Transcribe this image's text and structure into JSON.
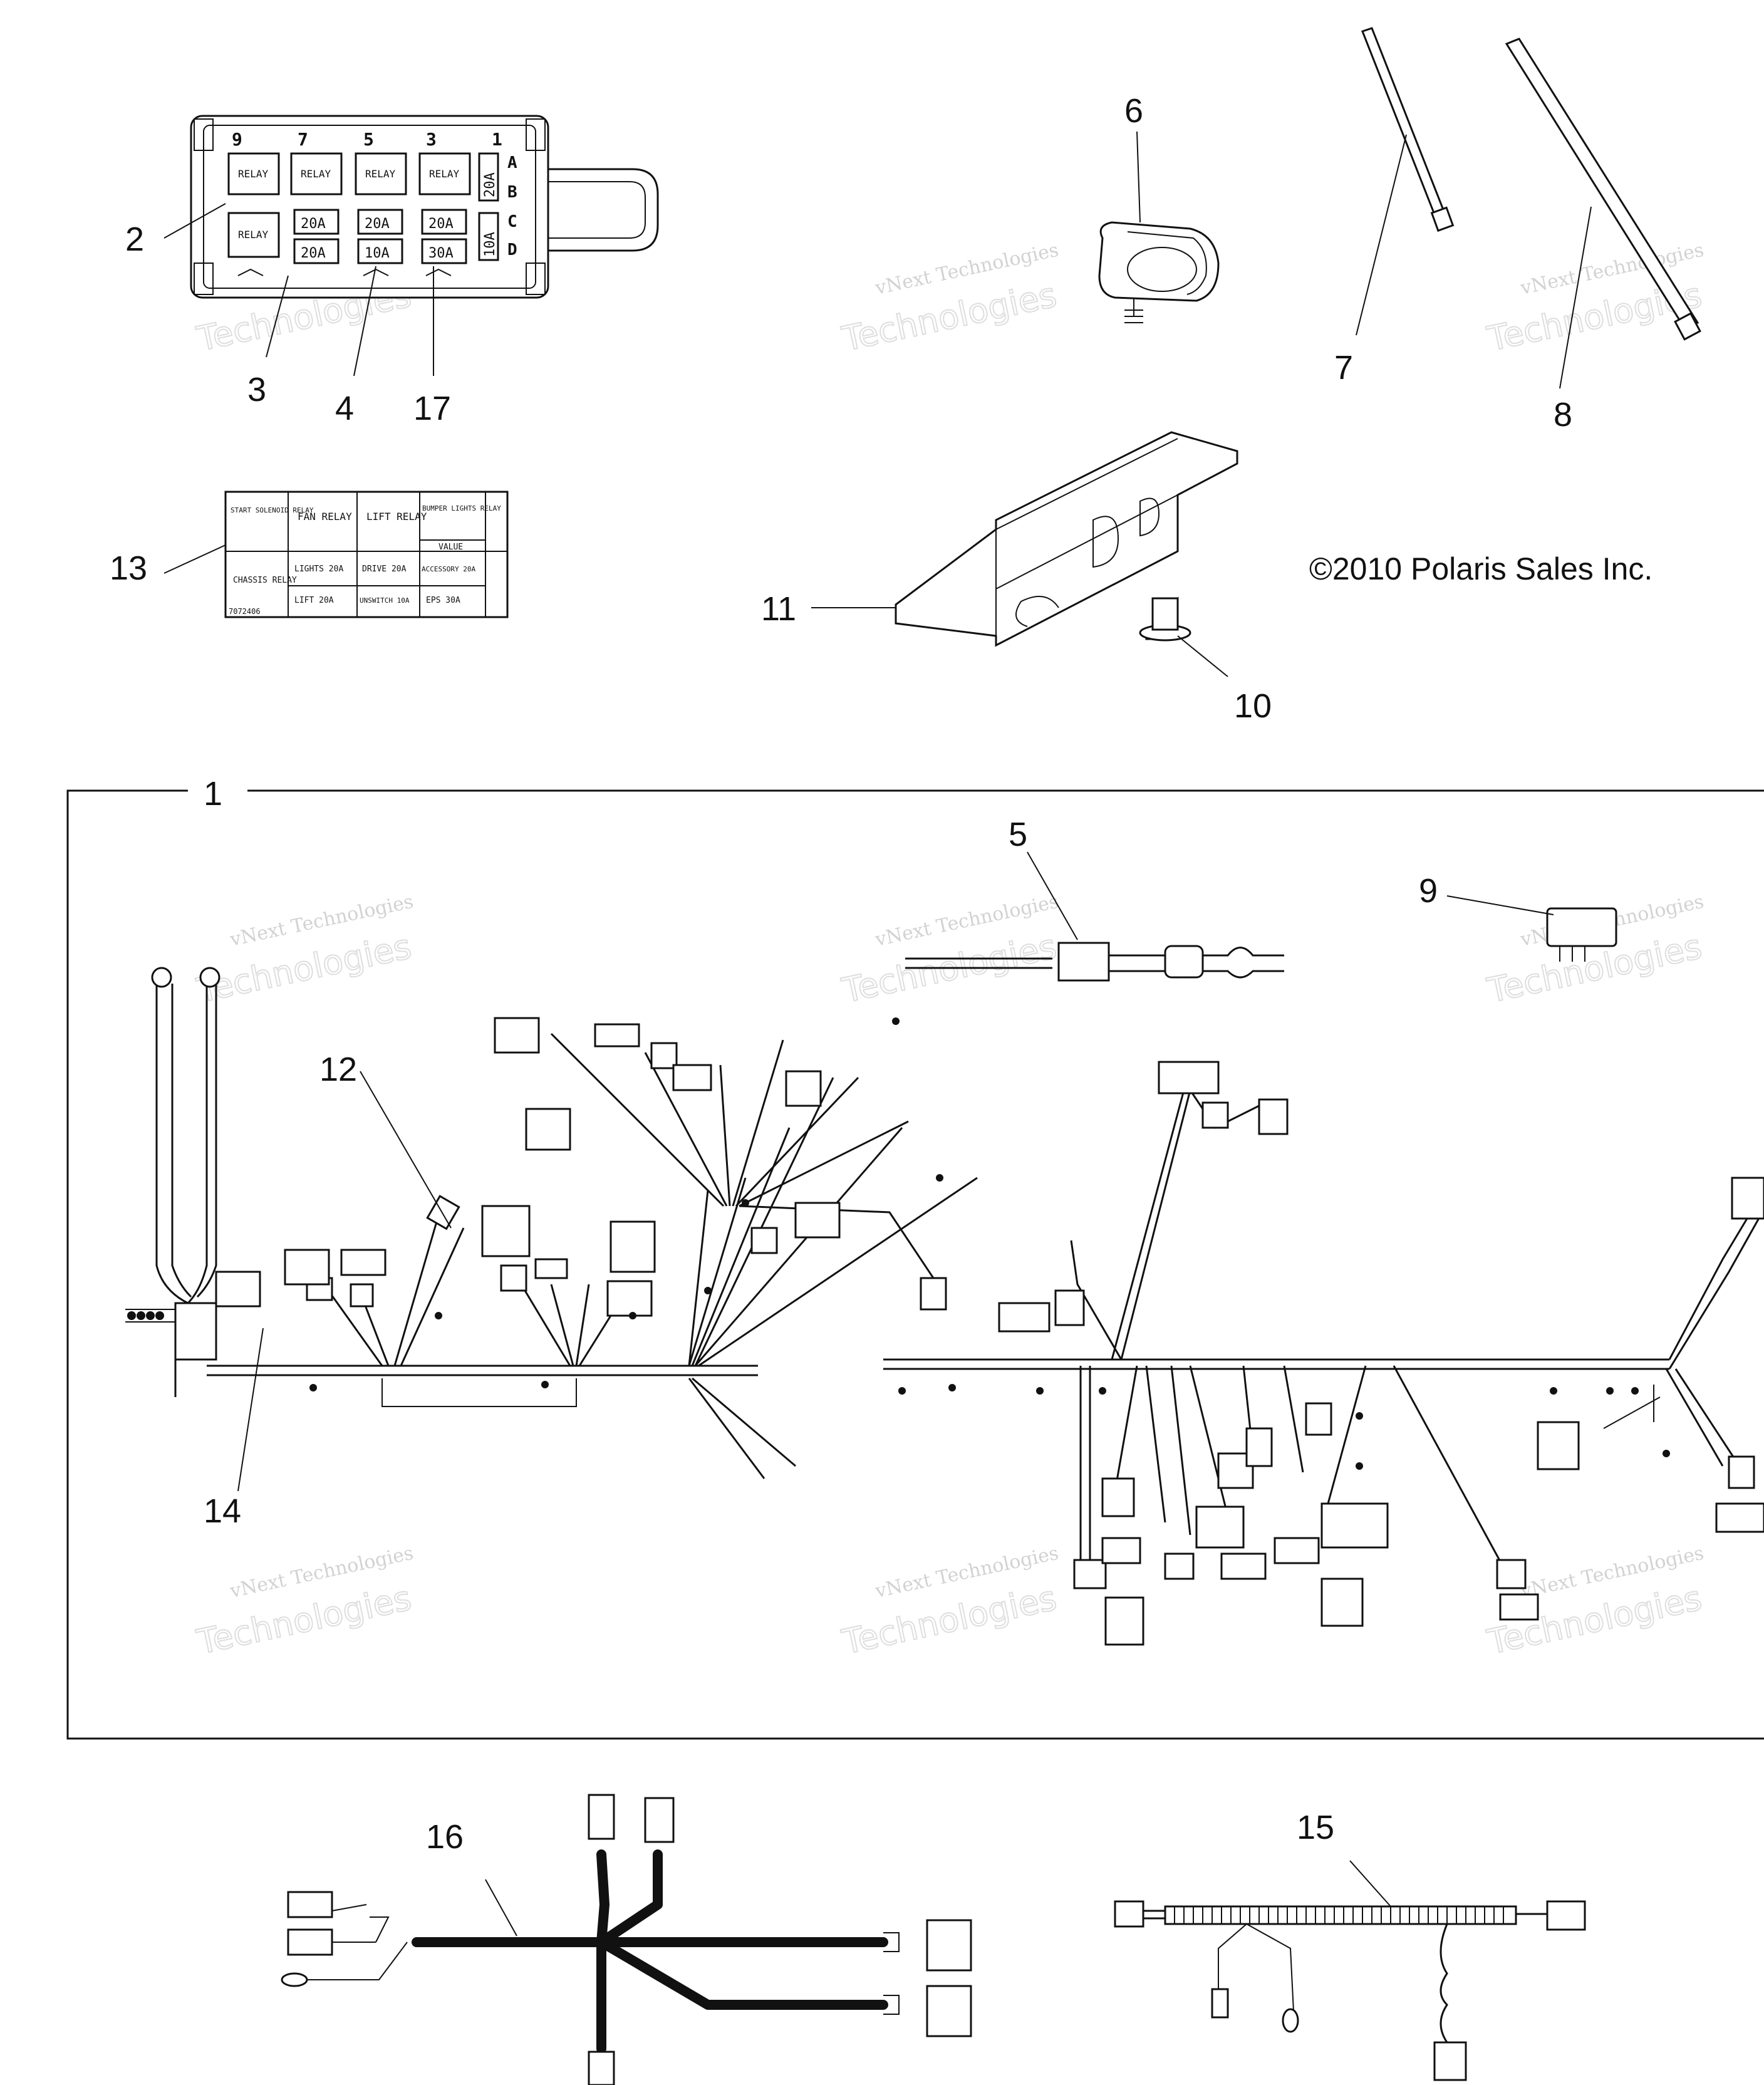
{
  "callouts": {
    "c1": "1",
    "c2": "2",
    "c3": "3",
    "c4": "4",
    "c5": "5",
    "c6": "6",
    "c7": "7",
    "c8": "8",
    "c9": "9",
    "c10": "10",
    "c11": "11",
    "c12": "12",
    "c13": "13",
    "c14": "14",
    "c15": "15",
    "c16": "16",
    "c17": "17"
  },
  "copyright": "©2010 Polaris Sales Inc.",
  "watermark": {
    "line1": "vNext Technologies",
    "line2": "Technologies"
  },
  "fuse_box": {
    "top_numbers": [
      "9",
      "7",
      "5",
      "3",
      "1"
    ],
    "row_letters": [
      "A",
      "B",
      "C",
      "D"
    ],
    "relay_label": "RELAY",
    "fuses_row_c": [
      "20A",
      "20A",
      "20A"
    ],
    "fuses_row_d": [
      "20A",
      "10A",
      "30A"
    ],
    "side_fuse_top": "20A",
    "side_fuse_bottom": "10A"
  },
  "fuse_label": {
    "r1c1": "START SOLENOID RELAY",
    "r1c2": "FAN RELAY",
    "r1c3": "LIFT RELAY",
    "r1c4": "BUMPER LIGHTS RELAY",
    "r2c1": "CHASSIS RELAY",
    "r2c2a": "LIGHTS 20A",
    "r2c2b": "LIFT 20A",
    "r2c3a": "DRIVE 20A",
    "r2c3b": "UNSWITCH 10A",
    "r2c4a": "ACCESSORY 20A",
    "r2c4b": "EPS 30A",
    "mid": "VALUE",
    "part_no": "7072406"
  }
}
